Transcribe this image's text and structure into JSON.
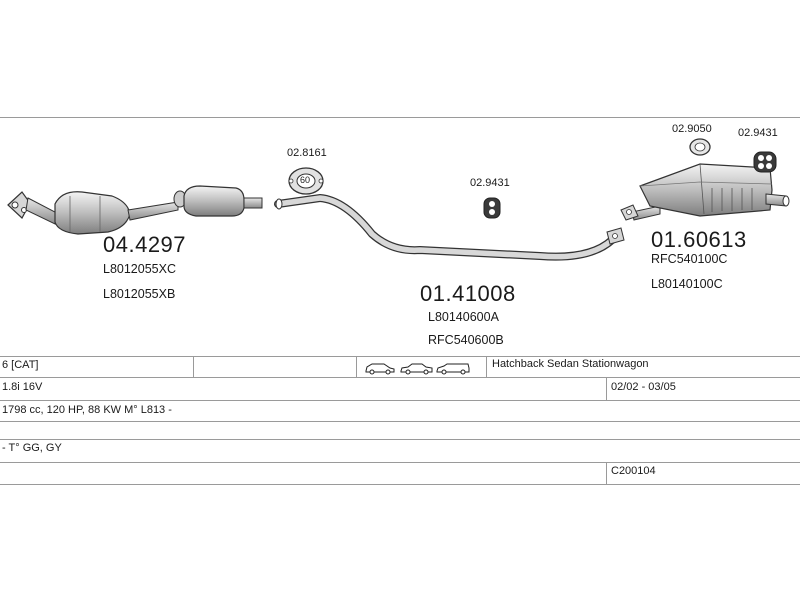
{
  "parts": {
    "front": {
      "number": "04.4297",
      "oe": [
        "L8012055XC",
        "L8012055XB"
      ]
    },
    "middle": {
      "number": "01.41008",
      "oe": [
        "L80140600A",
        "RFC540600B"
      ]
    },
    "rear": {
      "number": "01.60613",
      "oe": [
        "RFC540100C",
        "L80140100C"
      ]
    },
    "gasket": {
      "number": "02.8161",
      "label": "60"
    },
    "hanger_mid": {
      "number": "02.9431"
    },
    "hanger_rear": {
      "number": "02.9431"
    },
    "clamp_rear": {
      "number": "02.9050"
    }
  },
  "table": {
    "row1": {
      "col1": "6  [CAT]",
      "body_types": "Hatchback Sedan Stationwagon"
    },
    "row2": {
      "col1": "1.8i 16V",
      "dates": "02/02 - 03/05"
    },
    "row3": {
      "col1": "1798 cc, 120 HP, 88 KW M° L813 -"
    },
    "row4": {
      "col1": "- T° GG, GY"
    },
    "row5": {
      "code": "C200104"
    }
  },
  "icons": [
    "hatchback-car-icon",
    "sedan-car-icon",
    "stationwagon-car-icon"
  ]
}
